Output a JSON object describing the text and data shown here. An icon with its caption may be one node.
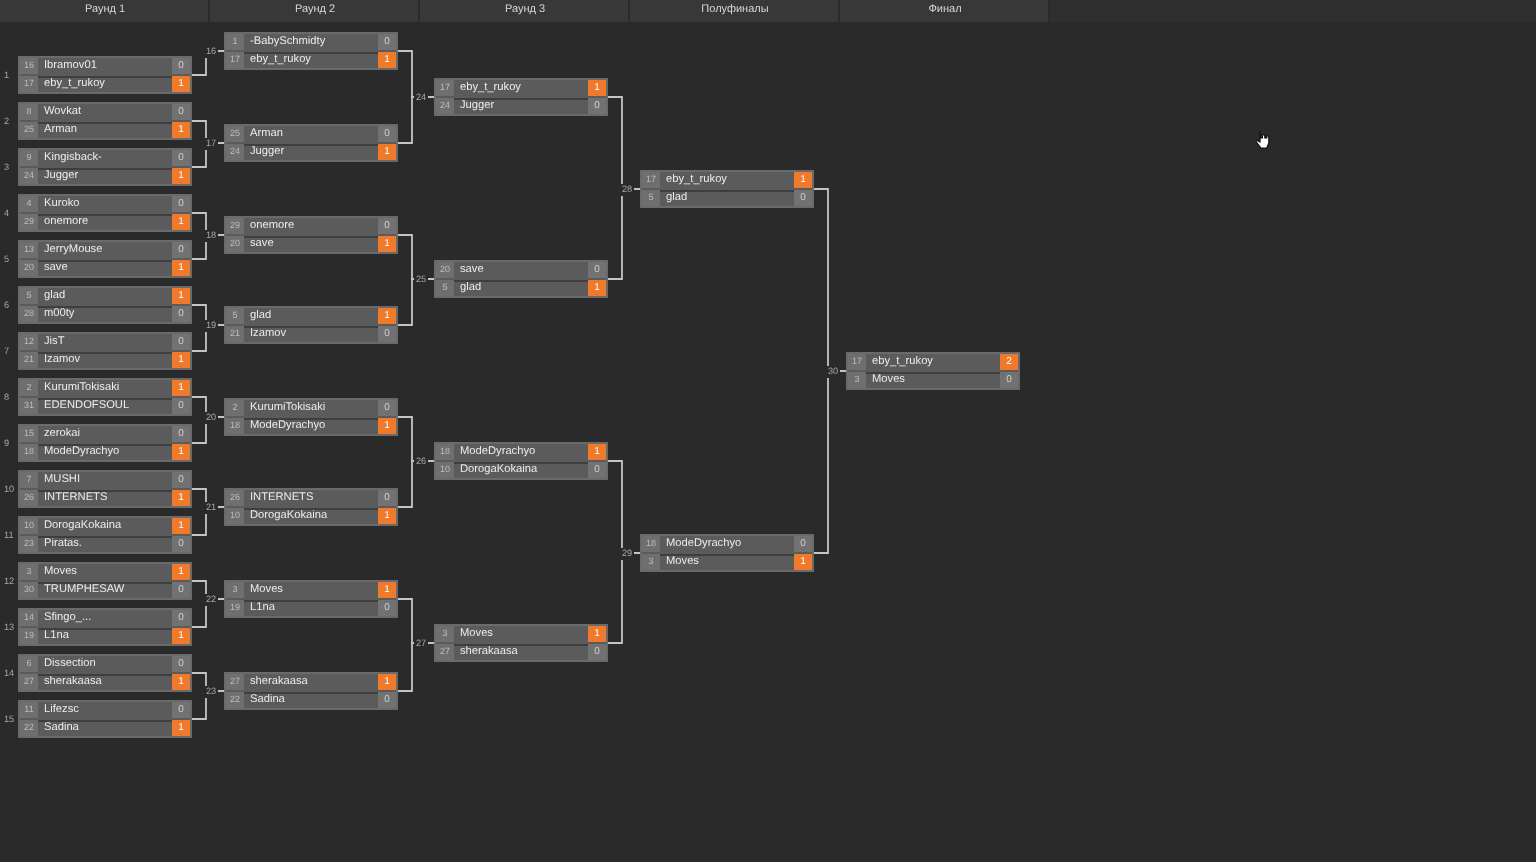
{
  "diagram": {
    "nodes": [
      {
        "text": [
          "16",
          "Ibramov01",
          "0",
          "17",
          "eby_t_rukoy",
          "1"
        ],
        "beside": [
          "1"
        ]
      },
      {
        "text": [
          "8",
          "Wovkat",
          "0",
          "25",
          "Arman",
          "1"
        ],
        "beside": [
          "2"
        ]
      },
      {
        "text": [
          "9",
          "Kingisback-",
          "0",
          "24",
          "Jugger",
          "1"
        ],
        "beside": [
          "3"
        ]
      },
      {
        "text": [
          "4",
          "Kuroko",
          "0",
          "29",
          "onemore",
          "1"
        ],
        "beside": [
          "4"
        ]
      },
      {
        "text": [
          "13",
          "JerryMouse",
          "0",
          "20",
          "save",
          "1"
        ],
        "beside": [
          "5"
        ]
      },
      {
        "text": [
          "5",
          "glad",
          "1",
          "28",
          "m00ty",
          "0"
        ],
        "beside": [
          "6"
        ]
      },
      {
        "text": [
          "12",
          "JisT",
          "0",
          "21",
          "Izamov",
          "1"
        ],
        "beside": [
          "7"
        ]
      },
      {
        "text": [
          "2",
          "KurumiTokisaki",
          "1",
          "31",
          "EDENDOFSOUL",
          "0"
        ],
        "beside": [
          "8"
        ]
      },
      {
        "text": [
          "15",
          "zerokai",
          "0",
          "18",
          "ModeDyrachyo",
          "1"
        ],
        "beside": [
          "9"
        ]
      },
      {
        "text": [
          "7",
          "MUSHI",
          "0",
          "26",
          "INTERNETS",
          "1"
        ],
        "beside": [
          "10"
        ]
      },
      {
        "text": [
          "10",
          "DorogaKokaina",
          "1",
          "23",
          "Piratas.",
          "0"
        ],
        "beside": [
          "11"
        ]
      },
      {
        "text": [
          "3",
          "Moves",
          "1",
          "30",
          "TRUMPHESAW",
          "0"
        ],
        "beside": [
          "12"
        ]
      },
      {
        "text": [
          "14",
          "Sfingo_...",
          "0",
          "19",
          "L1na",
          "1"
        ],
        "beside": [
          "13"
        ]
      },
      {
        "text": [
          "6",
          "Dissection",
          "0",
          "27",
          "sherakaasa",
          "1"
        ],
        "beside": [
          "14"
        ]
      },
      {
        "text": [
          "11",
          "Lifezsc",
          "0",
          "22",
          "Sadina",
          "1"
        ],
        "beside": [
          "15"
        ]
      },
      {
        "text": [
          "1",
          "-BabySchmidty",
          "0",
          "17",
          "eby_t_rukoy",
          "1"
        ],
        "beside": [
          "16"
        ]
      },
      {
        "text": [
          "25",
          "Arman",
          "0",
          "24",
          "Jugger",
          "1"
        ],
        "beside": [
          "17"
        ]
      },
      {
        "text": [
          "29",
          "onemore",
          "0",
          "20",
          "save",
          "1"
        ],
        "beside": [
          "18"
        ]
      },
      {
        "text": [
          "5",
          "glad",
          "1",
          "21",
          "Izamov",
          "0"
        ],
        "beside": [
          "19"
        ]
      },
      {
        "text": [
          "2",
          "KurumiTokisaki",
          "0",
          "18",
          "ModeDyrachyo",
          "1"
        ],
        "beside": [
          "20"
        ]
      },
      {
        "text": [
          "26",
          "INTERNETS",
          "0",
          "10",
          "DorogaKokaina",
          "1"
        ],
        "beside": [
          "21"
        ]
      },
      {
        "text": [
          "3",
          "Moves",
          "1",
          "19",
          "L1na",
          "0"
        ],
        "beside": [
          "22"
        ]
      },
      {
        "text": [
          "27",
          "sherakaasa",
          "1",
          "22",
          "Sadina",
          "0"
        ],
        "beside": [
          "23"
        ]
      },
      {
        "text": [
          "17",
          "eby_t_rukoy",
          "1",
          "24",
          "Jugger",
          "0"
        ],
        "beside": [
          "24"
        ]
      },
      {
        "text": [
          "20",
          "save",
          "0",
          "5",
          "glad",
          "1"
        ],
        "beside": [
          "25"
        ]
      },
      {
        "text": [
          "18",
          "ModeDyrachyo",
          "1",
          "10",
          "DorogaKokaina",
          "0"
        ],
        "beside": [
          "26"
        ]
      },
      {
        "text": [
          "3",
          "Moves",
          "1",
          "27",
          "sherakaasa",
          "0"
        ],
        "beside": [
          "27"
        ]
      },
      {
        "text": [
          "17",
          "eby_t_rukoy",
          "1",
          "5",
          "glad",
          "0"
        ],
        "beside": [
          "28"
        ]
      },
      {
        "text": [
          "18",
          "ModeDyrachyo",
          "0",
          "3",
          "Moves",
          "1"
        ],
        "beside": [
          "29"
        ]
      },
      {
        "text": [
          "17",
          "eby_t_rukoy",
          "2",
          "3",
          "Moves",
          "0"
        ],
        "beside": [
          "30"
        ]
      }
    ],
    "edges": [
      {
        "from": 0,
        "to": 15,
        "arrow": "none"
      },
      {
        "from": 1,
        "to": 16,
        "arrow": "none"
      },
      {
        "from": 2,
        "to": 16,
        "arrow": "none"
      },
      {
        "from": 3,
        "to": 17,
        "arrow": "none"
      },
      {
        "from": 4,
        "to": 17,
        "arrow": "none"
      },
      {
        "from": 5,
        "to": 18,
        "arrow": "none"
      },
      {
        "from": 6,
        "to": 18,
        "arrow": "none"
      },
      {
        "from": 7,
        "to": 19,
        "arrow": "none"
      },
      {
        "from": 8,
        "to": 19,
        "arrow": "none"
      },
      {
        "from": 9,
        "to": 20,
        "arrow": "none"
      },
      {
        "from": 10,
        "to": 20,
        "arrow": "none"
      },
      {
        "from": 11,
        "to": 21,
        "arrow": "none"
      },
      {
        "from": 12,
        "to": 21,
        "arrow": "none"
      },
      {
        "from": 13,
        "to": 22,
        "arrow": "none"
      },
      {
        "from": 14,
        "to": 22,
        "arrow": "none"
      },
      {
        "from": 15,
        "to": 23,
        "arrow": "none"
      },
      {
        "from": 16,
        "to": 23,
        "arrow": "none"
      },
      {
        "from": 17,
        "to": 24,
        "arrow": "none"
      },
      {
        "from": 18,
        "to": 24,
        "arrow": "none"
      },
      {
        "from": 19,
        "to": 25,
        "arrow": "none"
      },
      {
        "from": 20,
        "to": 25,
        "arrow": "none"
      },
      {
        "from": 21,
        "to": 26,
        "arrow": "none"
      },
      {
        "from": 22,
        "to": 26,
        "arrow": "none"
      },
      {
        "from": 23,
        "to": 27,
        "arrow": "none"
      },
      {
        "from": 24,
        "to": 27,
        "arrow": "none"
      },
      {
        "from": 25,
        "to": 28,
        "arrow": "none"
      },
      {
        "from": 26,
        "to": 28,
        "arrow": "none"
      },
      {
        "from": 27,
        "to": 29,
        "arrow": "none"
      },
      {
        "from": 28,
        "to": 29,
        "arrow": "none"
      }
    ],
    "labels": [
      "Раунд 1",
      "Раунд 2",
      "Раунд 3",
      "Полуфиналы",
      "Финал"
    ]
  }
}
